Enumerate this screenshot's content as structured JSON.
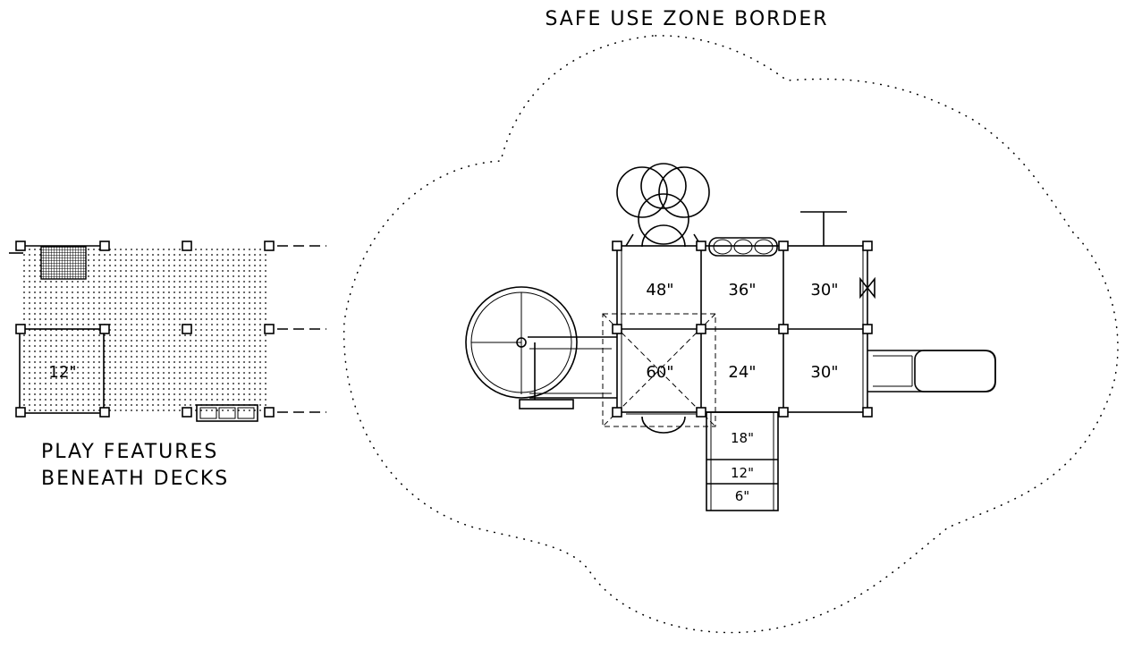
{
  "labels": {
    "safe_zone": "SAFE USE ZONE BORDER",
    "beneath_line1": "PLAY FEATURES",
    "beneath_line2": "BENEATH DECKS"
  },
  "decks": {
    "d48": "48\"",
    "d36": "36\"",
    "d30a": "30\"",
    "d60": "60\"",
    "d24": "24\"",
    "d30b": "30\"",
    "d12_left": "12\""
  },
  "steps": {
    "s18": "18\"",
    "s12": "12\"",
    "s6": "6\""
  }
}
